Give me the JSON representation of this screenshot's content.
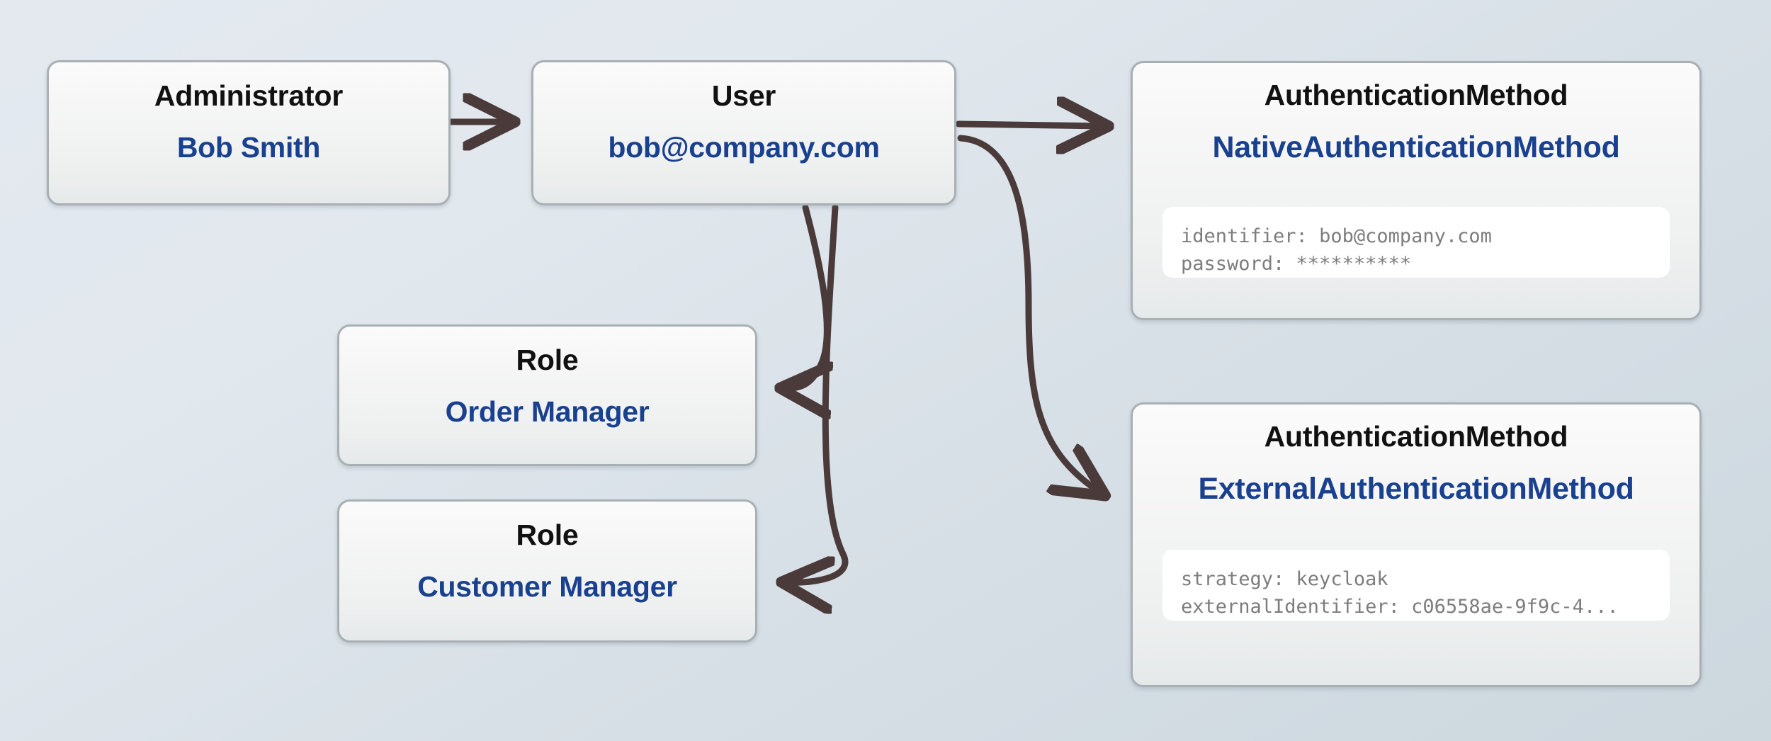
{
  "diagram": {
    "type": "entity-relationship-graph",
    "background": {
      "from": "#e4e9f0",
      "to": "#ccd7de"
    },
    "colors": {
      "card_border": "#a8b0b4",
      "title_text": "#111111",
      "subtitle_accent": "#19418f",
      "edge": "#4a3a3a",
      "detail_text": "#7d7d7d",
      "detail_panel_bg": "#ffffff"
    },
    "nodes": [
      {
        "id": "administrator",
        "title": "Administrator",
        "subtitle": "Bob Smith",
        "details": []
      },
      {
        "id": "user",
        "title": "User",
        "subtitle": "bob@company.com",
        "details": []
      },
      {
        "id": "role-order-manager",
        "title": "Role",
        "subtitle": "Order Manager",
        "details": []
      },
      {
        "id": "role-customer-manager",
        "title": "Role",
        "subtitle": "Customer Manager",
        "details": []
      },
      {
        "id": "native-auth",
        "title": "AuthenticationMethod",
        "subtitle": "NativeAuthenticationMethod",
        "details": [
          "identifier: bob@company.com",
          "password: **********"
        ]
      },
      {
        "id": "external-auth",
        "title": "AuthenticationMethod",
        "subtitle": "ExternalAuthenticationMethod",
        "details": [
          "strategy: keycloak",
          "externalIdentifier: c06558ae-9f9c-4..."
        ]
      }
    ],
    "edges": [
      {
        "id": "administrator-to-user",
        "from": "administrator",
        "to": "user",
        "style": "straight-arrow"
      },
      {
        "id": "user-to-native-auth",
        "from": "user",
        "to": "native-auth",
        "style": "straight-arrow"
      },
      {
        "id": "user-to-external-auth",
        "from": "user",
        "to": "external-auth",
        "style": "curved-arrow"
      },
      {
        "id": "user-to-role-order-manager",
        "from": "user",
        "to": "role-order-manager",
        "style": "curved-arrow"
      },
      {
        "id": "user-to-role-customer-manager",
        "from": "user",
        "to": "role-customer-manager",
        "style": "curved-arrow"
      }
    ]
  }
}
